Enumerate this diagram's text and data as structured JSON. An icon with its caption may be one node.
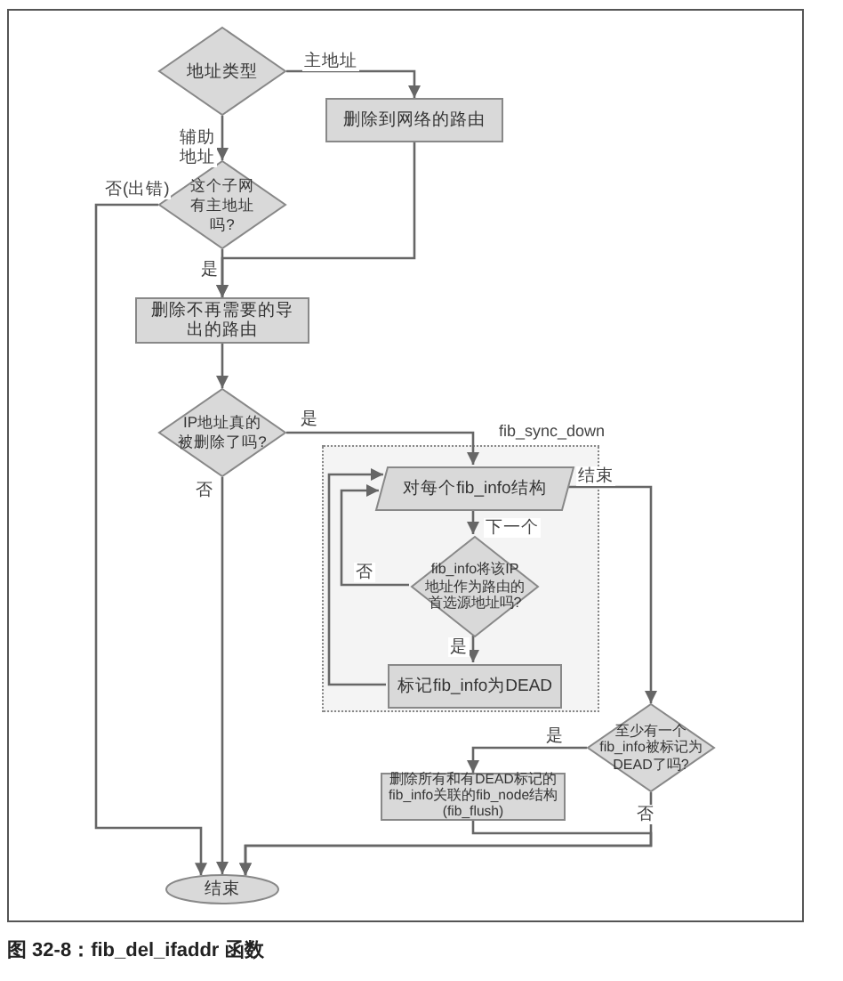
{
  "diagram": {
    "caption": "图 32-8：fib_del_ifaddr 函数",
    "nodes": [
      {
        "text": [
          "地址类型"
        ]
      },
      {
        "text": [
          "删除到网络的路由"
        ]
      },
      {
        "text": [
          "这个子网有主地址吗?"
        ]
      },
      {
        "text": [
          "删除不再需要的导出的路由"
        ]
      },
      {
        "text": [
          "IP地址真的被删除了吗?"
        ]
      },
      {
        "text": [
          "fib_sync_down"
        ]
      },
      {
        "text": [
          "对每个fib_info结构"
        ],
        "in": 5
      },
      {
        "text": [
          "fib_info将该IP地址作为路由的首选源地址吗?"
        ],
        "in": 5
      },
      {
        "text": [
          "标记fib_info为DEAD"
        ],
        "in": 5
      },
      {
        "text": [
          "至少有一个fib_info被标记为DEAD了吗?"
        ]
      },
      {
        "text": [
          "删除所有和有DEAD标记的fib_info关联的fib_node结构(fib_flush)"
        ]
      },
      {
        "text": [
          "结束"
        ]
      }
    ],
    "edges": [
      {
        "from": 0,
        "to": 1,
        "arrow": "to",
        "label": "主地址"
      },
      {
        "from": 0,
        "to": 2,
        "arrow": "to",
        "label": "辅助地址"
      },
      {
        "from": 1,
        "to": 3,
        "arrow": "to"
      },
      {
        "from": 2,
        "to": 3,
        "arrow": "to",
        "label": "是"
      },
      {
        "from": 2,
        "to": 11,
        "arrow": "to",
        "label": "否(出错)"
      },
      {
        "from": 3,
        "to": 4,
        "arrow": "to"
      },
      {
        "from": 4,
        "to": 6,
        "arrow": "to",
        "label": "是"
      },
      {
        "from": 4,
        "to": 11,
        "arrow": "to",
        "label": "否"
      },
      {
        "from": 6,
        "to": 7,
        "arrow": "to",
        "label": "下一个"
      },
      {
        "from": 7,
        "to": 6,
        "arrow": "to",
        "label": "否"
      },
      {
        "from": 7,
        "to": 8,
        "arrow": "to",
        "label": "是"
      },
      {
        "from": 8,
        "to": 6,
        "arrow": "to"
      },
      {
        "from": 6,
        "to": 9,
        "arrow": "to",
        "label": "结束"
      },
      {
        "from": 9,
        "to": 10,
        "arrow": "to",
        "label": "是"
      },
      {
        "from": 9,
        "to": 11,
        "arrow": "to",
        "label": "否"
      },
      {
        "from": 10,
        "to": 11,
        "arrow": "to"
      }
    ]
  }
}
